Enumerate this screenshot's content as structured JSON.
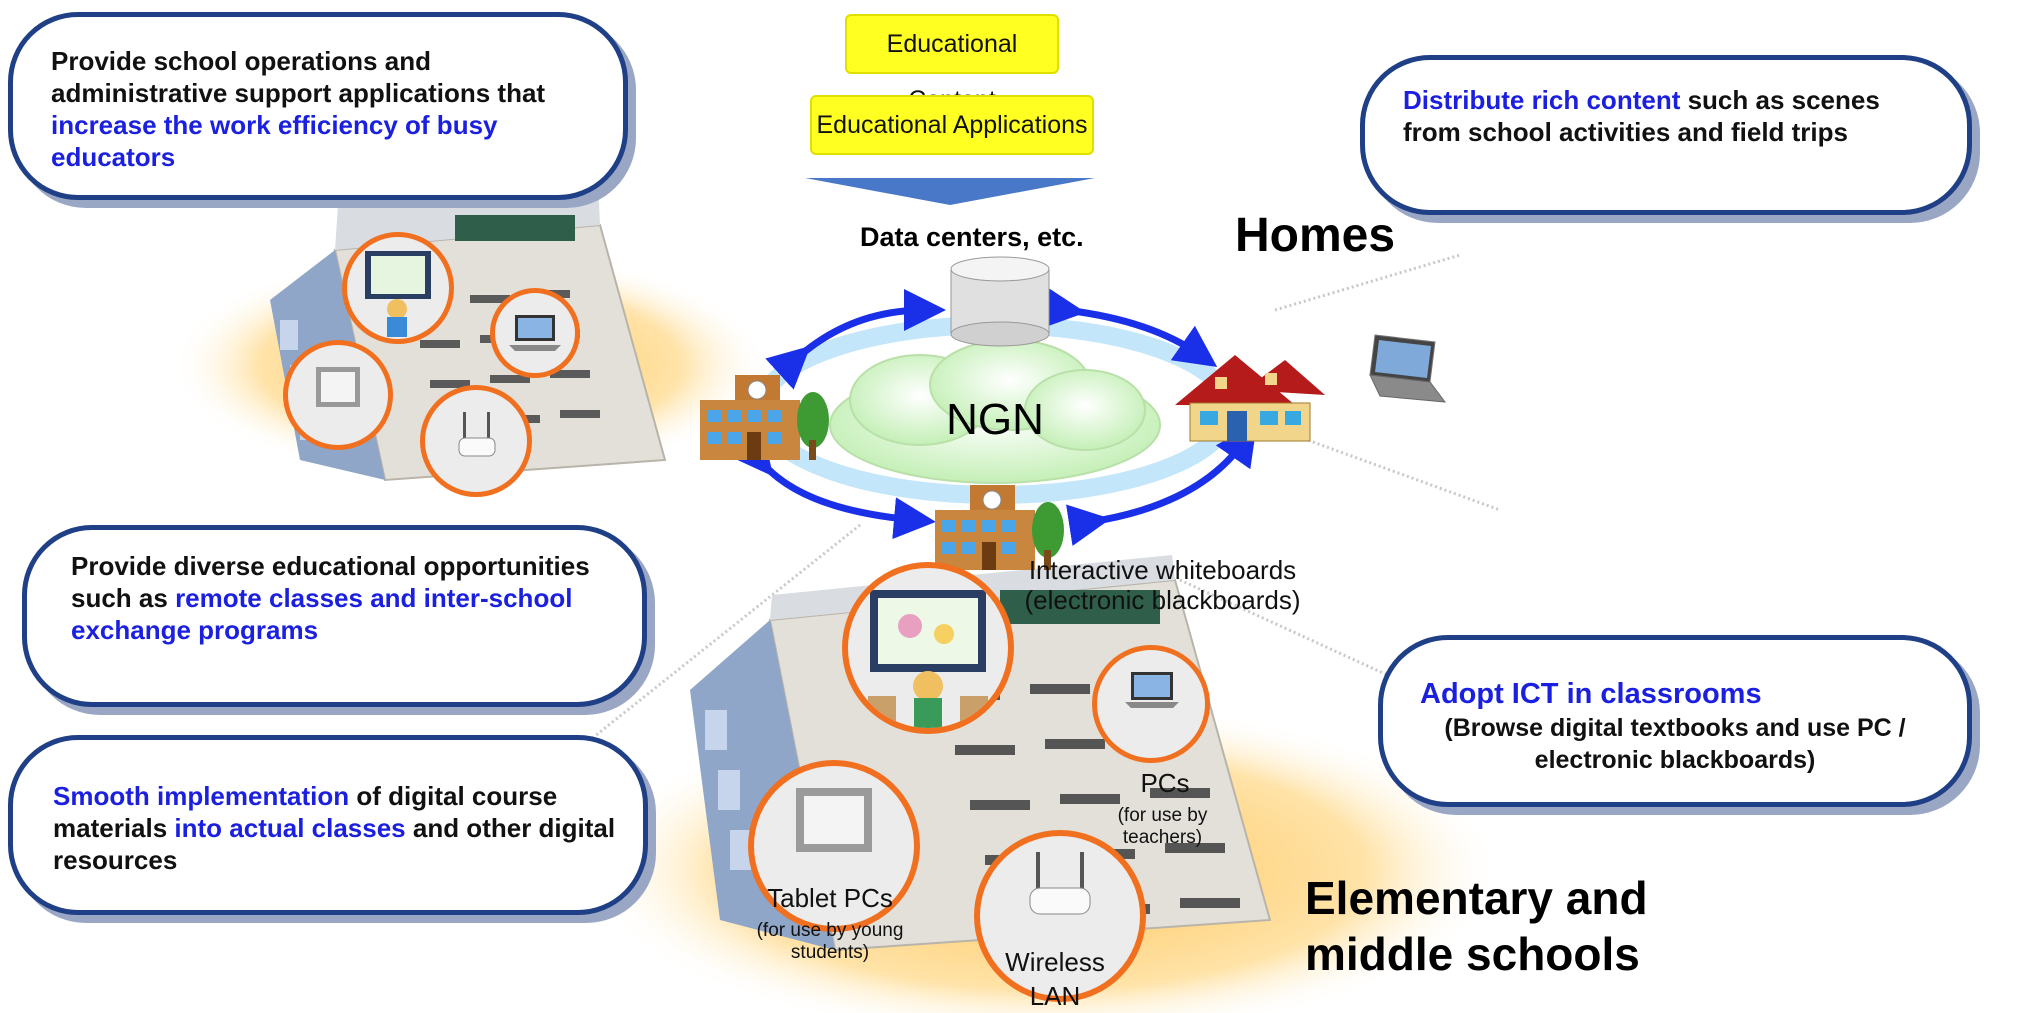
{
  "callouts": {
    "admin_support": {
      "part1": "Provide school operations and administrative support applications that ",
      "highlight": "increase the work efficiency of busy educators"
    },
    "rich_content": {
      "highlight": "Distribute rich content",
      "part2": " such as scenes from school activities and field trips"
    },
    "diverse_opportunities": {
      "part1": "Provide diverse educational opportunities such as ",
      "highlight": "remote classes and inter-school exchange programs"
    },
    "smooth_implementation": {
      "highlight1": "Smooth implementation",
      "part2": " of digital course materials ",
      "highlight2": "into actual classes",
      "part3": " and other digital resources"
    },
    "adopt_ict": {
      "highlight": "Adopt ICT in classrooms",
      "detail": "(Browse digital textbooks and use PC / electronic blackboards)"
    }
  },
  "top_boxes": {
    "content": "Educational Content",
    "applications": "Educational Applications"
  },
  "labels": {
    "data_centers": "Data centers, etc.",
    "homes": "Homes",
    "ngn": "NGN",
    "whiteboards": "Interactive whiteboards (electronic blackboards)",
    "pcs": "PCs",
    "pcs_note": "(for use by teachers)",
    "tablets": "Tablet PCs",
    "tablets_note": "(for use by young students)",
    "wireless": "Wireless LAN",
    "schools": "Elementary and middle schools"
  },
  "icons": [
    "database-icon",
    "school-building-icon",
    "house-icon",
    "laptop-icon",
    "whiteboard-icon",
    "tablet-icon",
    "wireless-router-icon"
  ],
  "colors": {
    "callout_border": "#1f3f86",
    "highlight": "#1a1fe0",
    "content_box": "#ffff22",
    "arrow": "#1a2fe8",
    "ngn_cloud": "#d8f5c8",
    "circle_border": "#f07020",
    "floor_glow": "#ffd27a"
  }
}
